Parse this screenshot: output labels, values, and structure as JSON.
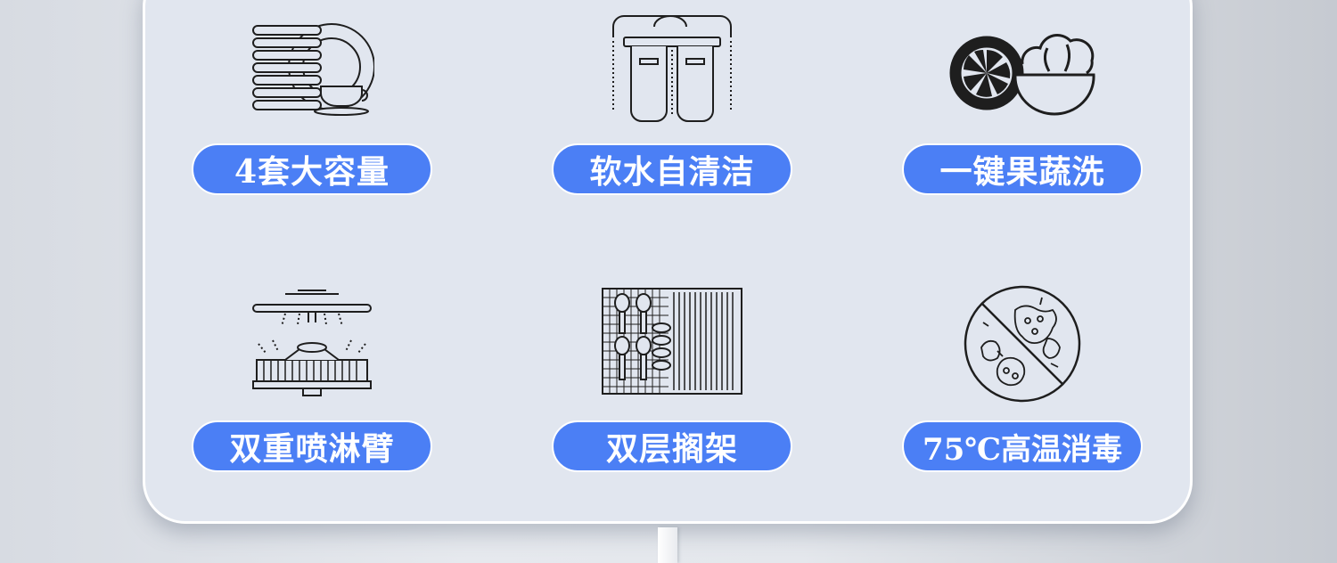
{
  "colors": {
    "accent": "#4b7ff5",
    "card": "#e1e6ef",
    "icon_stroke": "#1e1e1e"
  },
  "features": [
    {
      "label": "4套大容量",
      "icon": "plates-icon"
    },
    {
      "label": "软水自清洁",
      "icon": "water-filter-icon"
    },
    {
      "label": "一键果蔬洗",
      "icon": "fruit-bowl-icon"
    },
    {
      "label": "双重喷淋臂",
      "icon": "spray-arm-icon"
    },
    {
      "label": "双层搁架",
      "icon": "dish-rack-icon"
    },
    {
      "label": "75℃高温消毒",
      "icon": "no-bacteria-icon"
    }
  ]
}
